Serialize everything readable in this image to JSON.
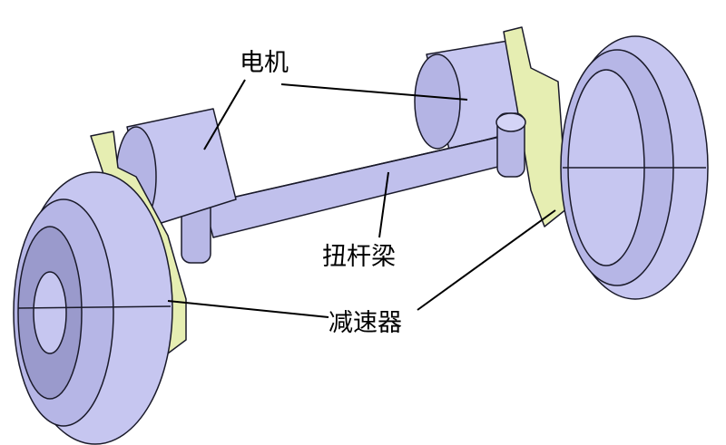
{
  "labels": {
    "motor": "电机",
    "torsion_beam": "扭杆梁",
    "reducer": "减速器"
  },
  "colors": {
    "wheel": "#c6c6f0",
    "wheel_shade": "#a9a9dc",
    "reducer": "#e6eeb2",
    "outline": "#1a1a2a",
    "leader_line": "#000000"
  }
}
